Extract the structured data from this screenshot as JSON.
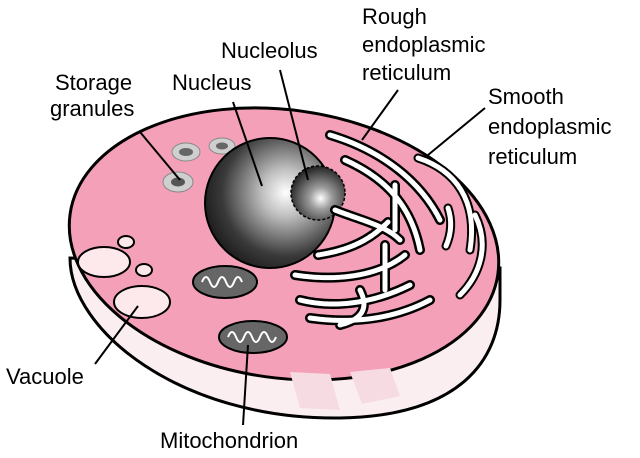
{
  "colors": {
    "cytoplasm": "#f3a0b8",
    "cytoplasm_dark": "#e58aa4",
    "membrane_side": "#fbeef0",
    "outline": "#000000",
    "organelle_light": "#ffffff",
    "mito_fill": "#555555",
    "granule_fill": "#888888"
  },
  "labels": {
    "storage_granules": [
      "Storage",
      "granules"
    ],
    "nucleus": "Nucleus",
    "nucleolus": "Nucleolus",
    "rough_er": [
      "Rough",
      "endoplasmic",
      "reticulum"
    ],
    "smooth_er": [
      "Smooth",
      "endoplasmic",
      "reticulum"
    ],
    "vacuole": "Vacuole",
    "mitochondrion": "Mitochondrion"
  }
}
